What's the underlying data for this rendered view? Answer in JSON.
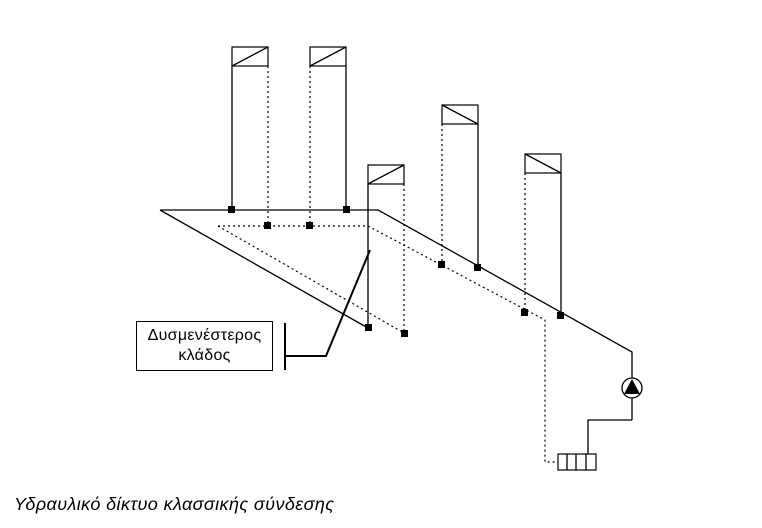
{
  "callout": {
    "line1": "Δυσμενέστερος",
    "line2": "κλάδος"
  },
  "caption": "Υδραυλικό δίκτυο κλασσικής σύνδεσης",
  "icons": {
    "radiator": "radiator-icon",
    "pump": "pump-icon",
    "boiler": "boiler-icon"
  },
  "radiator_count": 5
}
